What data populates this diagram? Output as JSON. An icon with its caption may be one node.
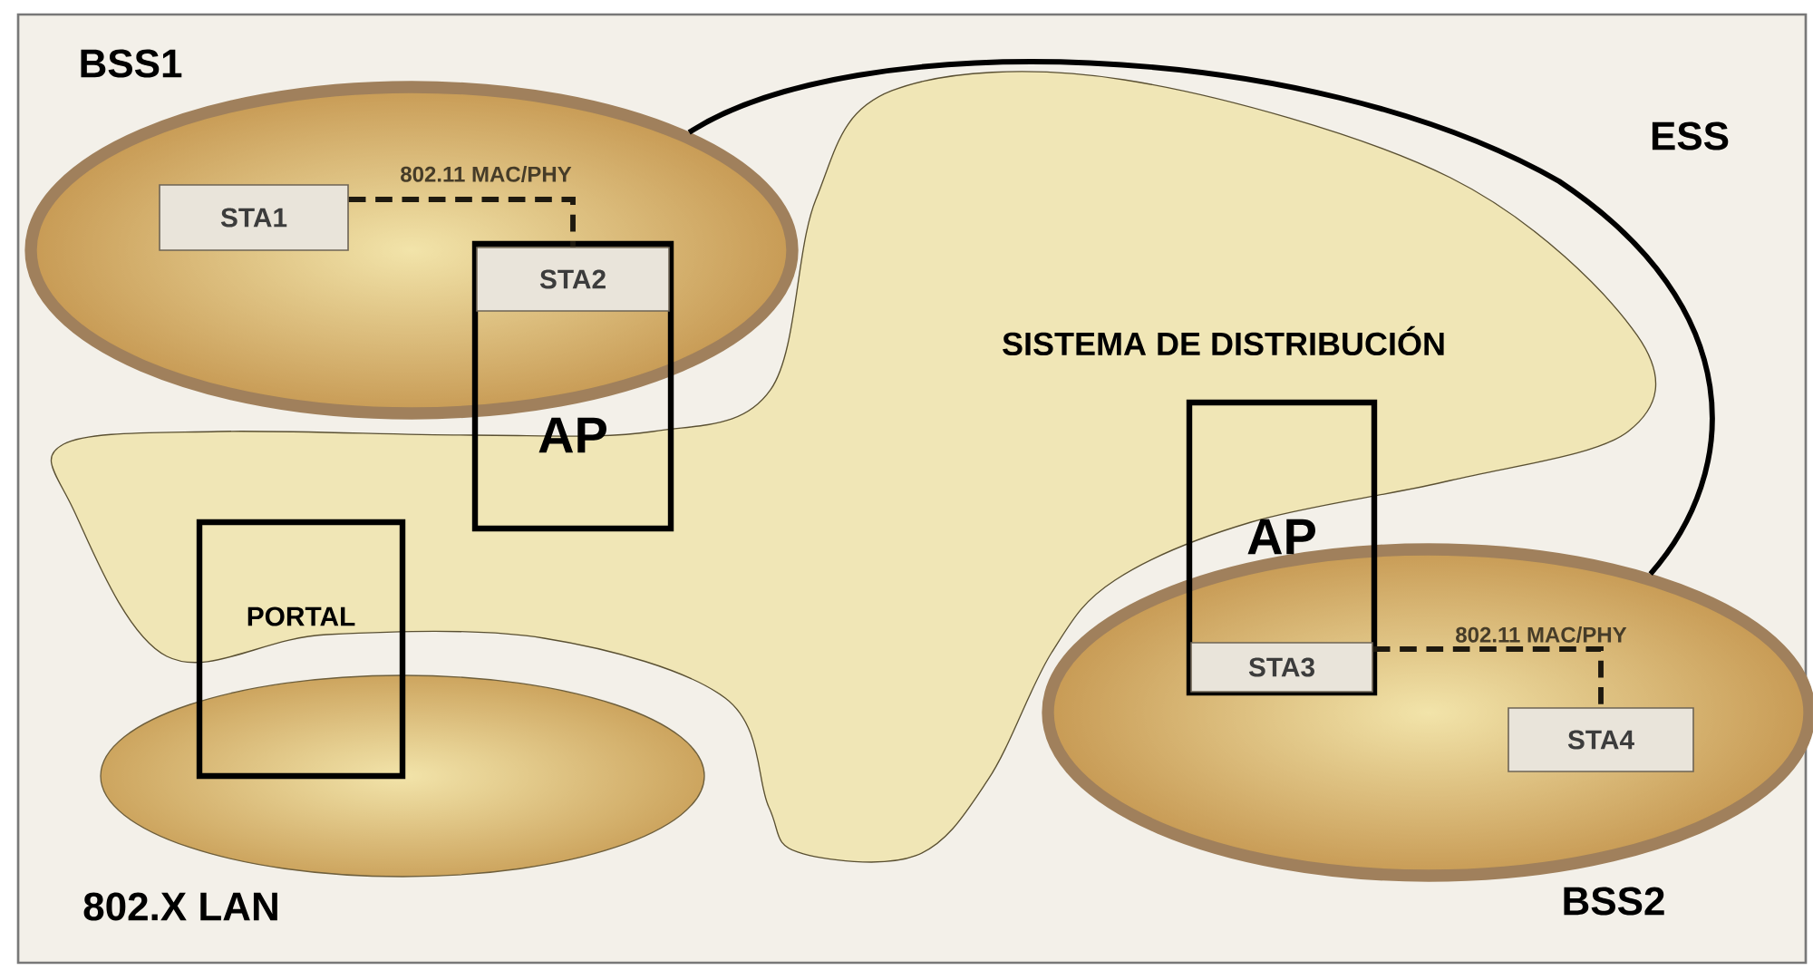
{
  "diagram": {
    "nodes": [
      {
        "text": [
          "BSS1"
        ]
      },
      {
        "text": [
          "STA1"
        ],
        "in": 0
      },
      {
        "text": [
          "AP"
        ]
      },
      {
        "text": [
          "STA2"
        ]
      },
      {
        "text": [
          "SISTEMA DE DISTRIBUCIÓN"
        ]
      },
      {
        "text": [
          "AP"
        ]
      },
      {
        "text": [
          "STA3"
        ]
      },
      {
        "text": [
          "BSS2"
        ]
      },
      {
        "text": [
          "STA4"
        ],
        "in": 7
      },
      {
        "text": [
          "802.X LAN"
        ]
      },
      {
        "text": [
          "PORTAL"
        ]
      }
    ],
    "edges": [
      {
        "from": 1,
        "to": 3,
        "arrow": "none",
        "label": "802.11 MAC/PHY",
        "style": "dashed"
      },
      {
        "from": 6,
        "to": 8,
        "arrow": "none",
        "label": "802.11 MAC/PHY",
        "style": "dashed"
      },
      {
        "from": 0,
        "to": 7,
        "arrow": "none",
        "label": "ESS"
      }
    ]
  }
}
